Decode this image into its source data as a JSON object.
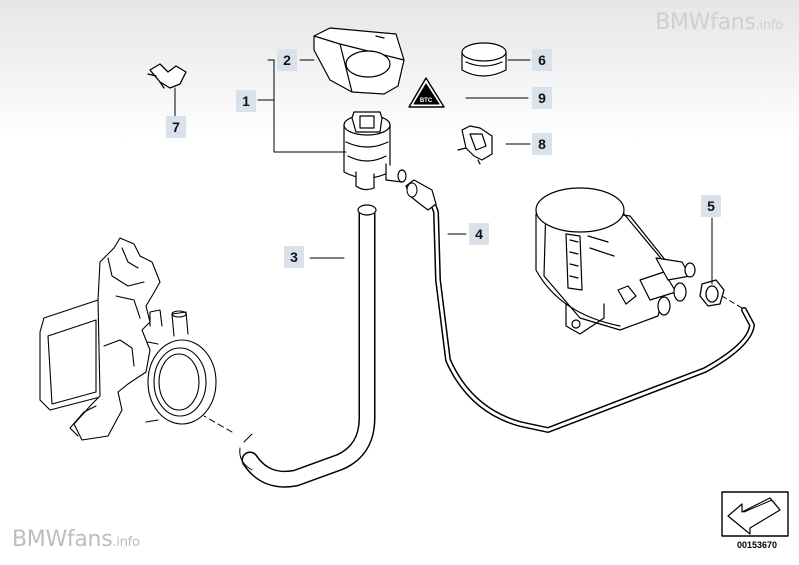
{
  "watermark": {
    "top_brand": "BMWfans",
    "top_suffix": ".info",
    "bottom_brand": "BMWfans",
    "bottom_suffix": ".info"
  },
  "callouts": [
    {
      "id": "1",
      "label": "1"
    },
    {
      "id": "2",
      "label": "2"
    },
    {
      "id": "3",
      "label": "3"
    },
    {
      "id": "4",
      "label": "4"
    },
    {
      "id": "5",
      "label": "5"
    },
    {
      "id": "6",
      "label": "6"
    },
    {
      "id": "7",
      "label": "7"
    },
    {
      "id": "8",
      "label": "8"
    },
    {
      "id": "9",
      "label": "9"
    }
  ],
  "diagram_id": "00153670",
  "warning_label_text": "BTC",
  "colors": {
    "callout_bg": "#d9e1ea",
    "line": "#000000",
    "watermark": "#cfcfcf"
  }
}
